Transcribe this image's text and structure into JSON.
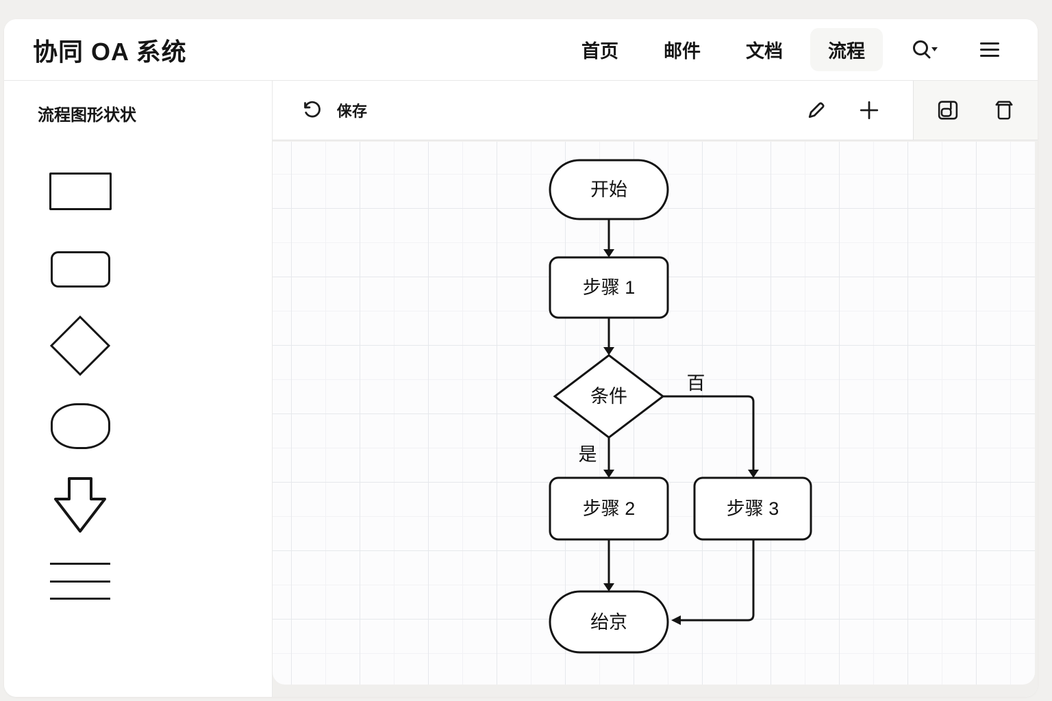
{
  "header": {
    "title": "协同 OA 系统",
    "nav": [
      {
        "label": "首页",
        "active": false
      },
      {
        "label": "邮件",
        "active": false
      },
      {
        "label": "文档",
        "active": false
      },
      {
        "label": "流程",
        "active": true
      }
    ],
    "icons": {
      "search": "magnifier-with-caret",
      "menu": "hamburger"
    }
  },
  "sidebar": {
    "title": "流程图形状状",
    "shapes": [
      "rectangle",
      "rounded-rectangle",
      "diamond",
      "ellipse",
      "arrow-down",
      "parallel-lines"
    ]
  },
  "toolbar": {
    "save_label": "俫存",
    "icons": [
      "undo",
      "pencil",
      "plus",
      "duplicate-panel",
      "trash"
    ]
  },
  "flowchart": {
    "nodes": [
      {
        "id": "start",
        "type": "terminator",
        "label": "开始"
      },
      {
        "id": "step1",
        "type": "process",
        "label": "步骤 1"
      },
      {
        "id": "condition",
        "type": "decision",
        "label": "条件"
      },
      {
        "id": "step2",
        "type": "process",
        "label": "步骤 2"
      },
      {
        "id": "step3",
        "type": "process",
        "label": "步骤 3"
      },
      {
        "id": "end",
        "type": "terminator",
        "label": "绐京"
      }
    ],
    "edge_labels": {
      "yes": "是",
      "no": "百"
    },
    "edges": [
      {
        "from": "start",
        "to": "step1"
      },
      {
        "from": "step1",
        "to": "condition"
      },
      {
        "from": "condition",
        "to": "step2",
        "label": "是"
      },
      {
        "from": "condition",
        "to": "step3",
        "label": "百"
      },
      {
        "from": "step2",
        "to": "end"
      },
      {
        "from": "step3",
        "to": "end"
      }
    ]
  },
  "colors": {
    "node_stroke": "#141414",
    "active_tab_bg": "#f6f6f4",
    "canvas_bg": "#fcfcfd",
    "page_bg": "#f1f0ee"
  }
}
